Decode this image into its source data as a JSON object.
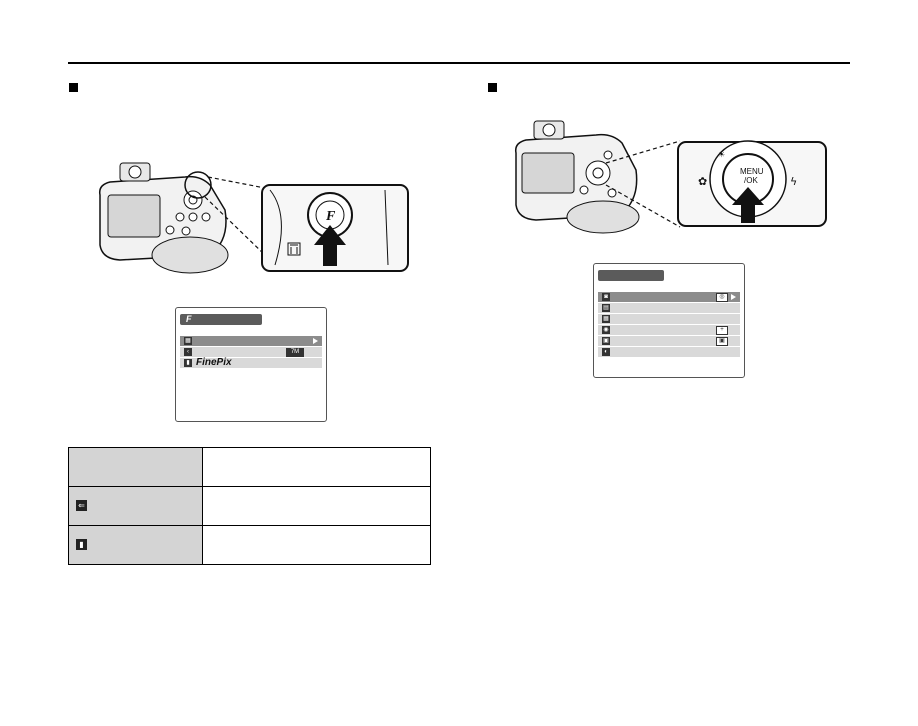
{
  "left_panel": {
    "lcd": {
      "rows": [
        {
          "icon": "quality-icon",
          "value": "",
          "selected": true
        },
        {
          "icon": "back-icon",
          "value": "7M",
          "selected": false
        },
        {
          "icon": "finepix-color-icon",
          "label": "FinePix",
          "value": "",
          "selected": false
        }
      ]
    },
    "table": {
      "rows": [
        {
          "icon": "",
          "text": ""
        },
        {
          "icon": "quality-icon",
          "text": ""
        },
        {
          "icon": "finepix-color-icon",
          "text": ""
        }
      ]
    }
  },
  "right_panel": {
    "camera_label": "MENU/OK",
    "lcd": {
      "rows": [
        {
          "icon": "camera-mode-icon",
          "selected": true
        },
        {
          "icon": "iso-icon"
        },
        {
          "icon": "quality-icon"
        },
        {
          "icon": "metering-icon"
        },
        {
          "icon": "af-mode-icon"
        },
        {
          "icon": "sharpness-icon"
        }
      ]
    }
  },
  "colors": {
    "rule": "#000000",
    "lcd_title_bg": "#5b5b5b",
    "lcd_row_bg": "#d9d9d9",
    "lcd_row_selected_bg": "#8c8c8c",
    "table_label_bg": "#d4d4d4"
  }
}
